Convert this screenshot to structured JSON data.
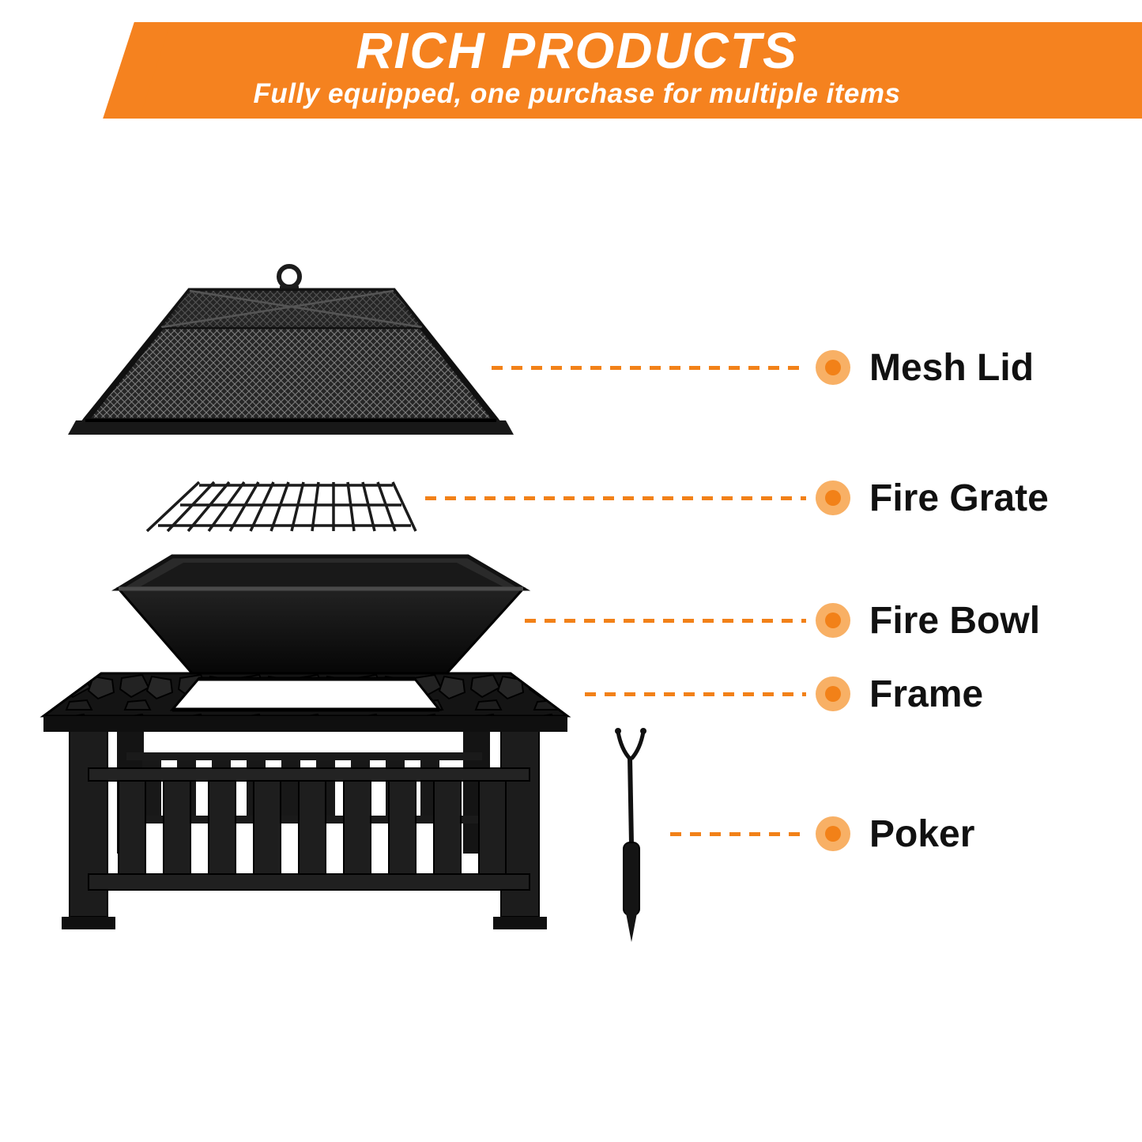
{
  "banner": {
    "title": "RICH PRODUCTS",
    "subtitle": "Fully equipped, one purchase for multiple items"
  },
  "callouts": [
    {
      "label": "Mesh Lid"
    },
    {
      "label": "Fire Grate"
    },
    {
      "label": "Fire Bowl"
    },
    {
      "label": "Frame"
    },
    {
      "label": "Poker"
    }
  ],
  "illustration": {
    "parts": [
      "mesh-lid",
      "fire-grate",
      "fire-bowl",
      "frame",
      "poker"
    ],
    "description": "Exploded view of a square metal fire pit"
  },
  "colors": {
    "accent": "#F28118",
    "accent_light": "#F8B065",
    "banner": "#F5821F",
    "label_text": "#111111",
    "background": "#FFFFFF",
    "product": "#1A1A1A"
  }
}
